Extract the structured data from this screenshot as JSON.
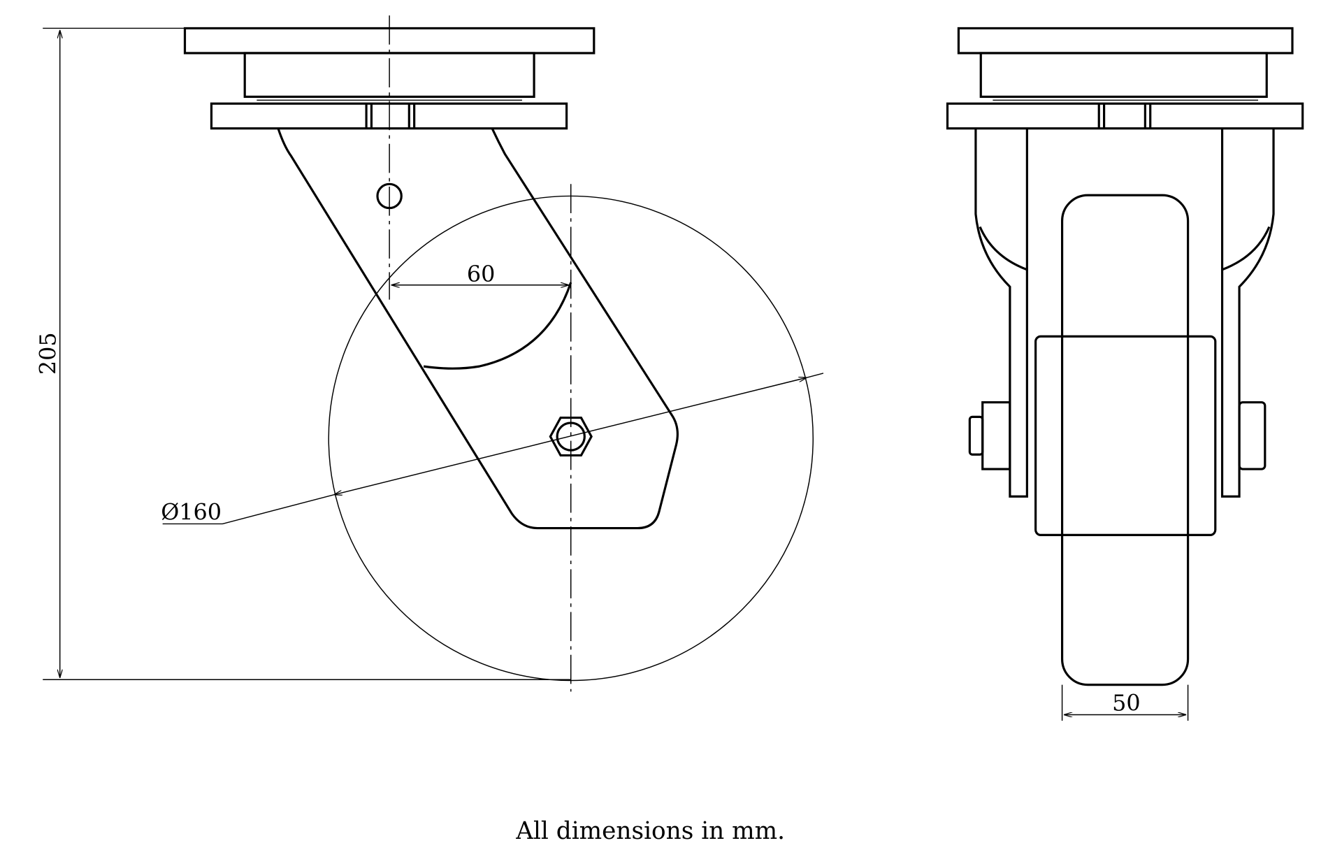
{
  "dimensions": {
    "height": "205",
    "offset": "60",
    "diameter": "Ø160",
    "width": "50"
  },
  "caption": "All dimensions in mm."
}
